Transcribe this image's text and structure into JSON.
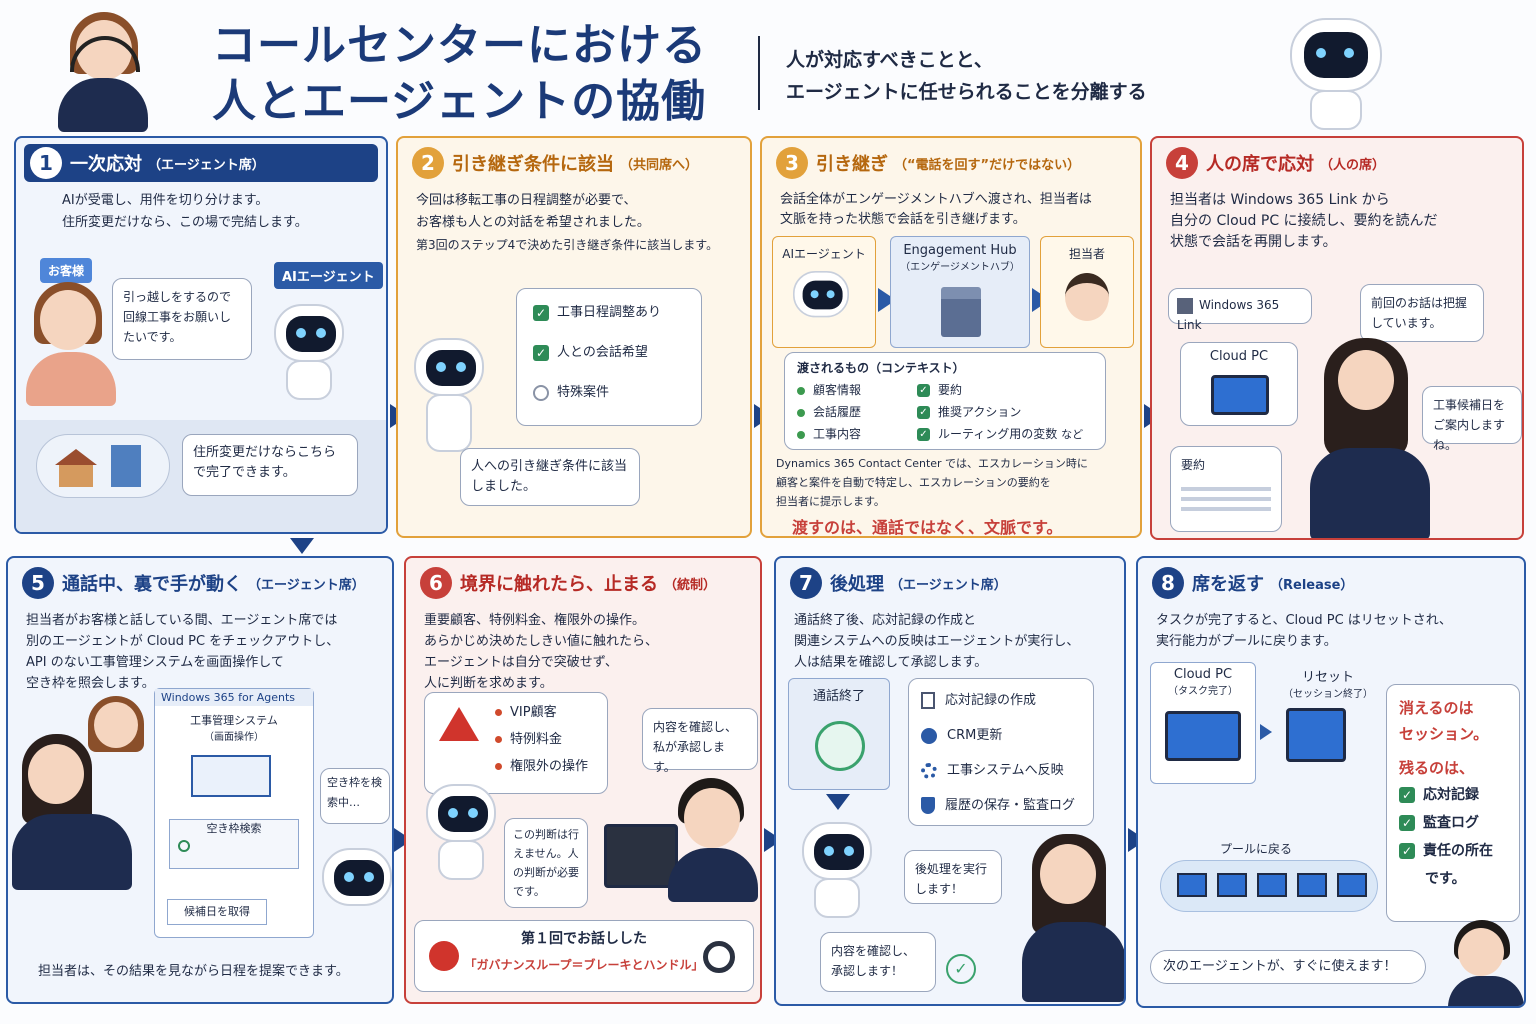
{
  "header": {
    "title_line1": "コールセンターにおける",
    "title_line2": "人とエージェントの協働",
    "subtitle_line1": "人が対応すべきことと、",
    "subtitle_line2": "エージェントに任せられることを分離する"
  },
  "panels": [
    {
      "num": "1",
      "title": "一次応対",
      "sub": "（エージェント席）",
      "desc1": "AIが受電し、用件を切り分けます。",
      "desc2": "住所変更だけなら、この場で完結します。",
      "customer_tag": "お客様",
      "agent_tag": "AIエージェント",
      "customer_bubble": "引っ越しをするので回線工事をお願いしたいです。",
      "agent_bubble": "住所変更だけならこちらで完了できます。"
    },
    {
      "num": "2",
      "title": "引き継ぎ条件に該当",
      "sub": "（共同席へ）",
      "desc1": "今回は移転工事の日程調整が必要で、",
      "desc2": "お客様も人との対話を希望されました。",
      "desc3": "第3回のステップ4で決めた引き継ぎ条件に該当します。",
      "checks": [
        "工事日程調整あり",
        "人との会話希望",
        "特殊案件"
      ],
      "bubble": "人への引き継ぎ条件に該当しました。"
    },
    {
      "num": "3",
      "title": "引き継ぎ",
      "sub": "（“電話を回す”だけではない）",
      "desc1": "会話全体がエンゲージメントハブへ渡され、担当者は",
      "desc2": "文脈を持った状態で会話を引き継げます。",
      "flow_agent": "AIエージェント",
      "flow_hub": "Engagement Hub",
      "flow_hub_sub": "（エンゲージメントハブ）",
      "flow_person": "担当者",
      "context_title": "渡されるもの（コンテキスト）",
      "context_left": [
        "顧客情報",
        "会話履歴",
        "工事内容"
      ],
      "context_right": [
        "要約",
        "推奨アクション",
        "ルーティング用の変数"
      ],
      "context_etc": "など",
      "note1": "Dynamics 365 Contact Center では、エスカレーション時に",
      "note2": "顧客と案件を自動で特定し、エスカレーションの要約を",
      "note3": "担当者に提示します。",
      "emphasis": "渡すのは、通話ではなく、文脈です。"
    },
    {
      "num": "4",
      "title": "人の席で応対",
      "sub": "（人の席）",
      "desc1": "担当者は Windows 365 Link から",
      "desc2": "自分の Cloud PC に接続し、要約を読んだ",
      "desc3": "状態で会話を再開します。",
      "link_label": "Windows 365 Link",
      "cloudpc_label": "Cloud PC",
      "summary_label": "要約",
      "bubble1": "前回のお話は把握しています。",
      "bubble2": "工事候補日をご案内しますね。"
    },
    {
      "num": "5",
      "title": "通話中、裏で手が動く",
      "sub": "（エージェント席）",
      "desc1": "担当者がお客様と話している間、エージェント席では",
      "desc2": "別のエージェントが Cloud PC をチェックアウトし、",
      "desc3": "API のない工事管理システムを画面操作して",
      "desc4": "空き枠を照会します。",
      "w365_label": "Windows 365 for Agents",
      "system_label": "工事管理システム",
      "system_sub": "（画面操作）",
      "search_label": "空き枠検索",
      "result_label": "候補日を取得",
      "bubble": "空き枠を検索中…",
      "footer": "担当者は、その結果を見ながら日程を提案できます。"
    },
    {
      "num": "6",
      "title": "境界に触れたら、止まる",
      "sub": "（統制）",
      "desc1": "重要顧客、特例料金、権限外の操作。",
      "desc2": "あらかじめ決めたしきい値に触れたら、",
      "desc3": "エージェントは自分で突破せず、",
      "desc4": "人に判断を求めます。",
      "limits": [
        "VIP顧客",
        "特例料金",
        "権限外の操作"
      ],
      "human_bubble": "内容を確認し、私が承認します。",
      "agent_bubble": "この判断は行えません。人の判断が必要です。",
      "footer_title": "第１回でお話しした",
      "footer_quote": "「ガバナンスループ＝ブレーキとハンドル」"
    },
    {
      "num": "7",
      "title": "後処理",
      "sub": "（エージェント席）",
      "desc1": "通話終了後、応対記録の作成と",
      "desc2": "関連システムへの反映はエージェントが実行し、",
      "desc3": "人は結果を確認して承認します。",
      "call_end": "通話終了",
      "tasks": [
        "応対記録の作成",
        "CRM更新",
        "工事システムへ反映",
        "履歴の保存・監査ログ"
      ],
      "agent_bubble": "後処理を実行します！",
      "human_bubble": "内容を確認し、承認します！"
    },
    {
      "num": "8",
      "title": "席を返す",
      "sub": "（Release）",
      "desc1": "タスクが完了すると、Cloud PC はリセットされ、",
      "desc2": "実行能力がプールに戻ります。",
      "pc_label": "Cloud PC",
      "pc_sub": "（タスク完了）",
      "reset_label": "リセット",
      "reset_sub": "（セッション終了）",
      "pool_label": "プールに戻る",
      "vanish1": "消えるのは",
      "vanish2": "セッション。",
      "remain": "残るのは、",
      "remains": [
        "応対記録",
        "監査ログ",
        "責任の所在"
      ],
      "remain_end": "です。",
      "footer": "次のエージェントが、すぐに使えます！"
    }
  ]
}
